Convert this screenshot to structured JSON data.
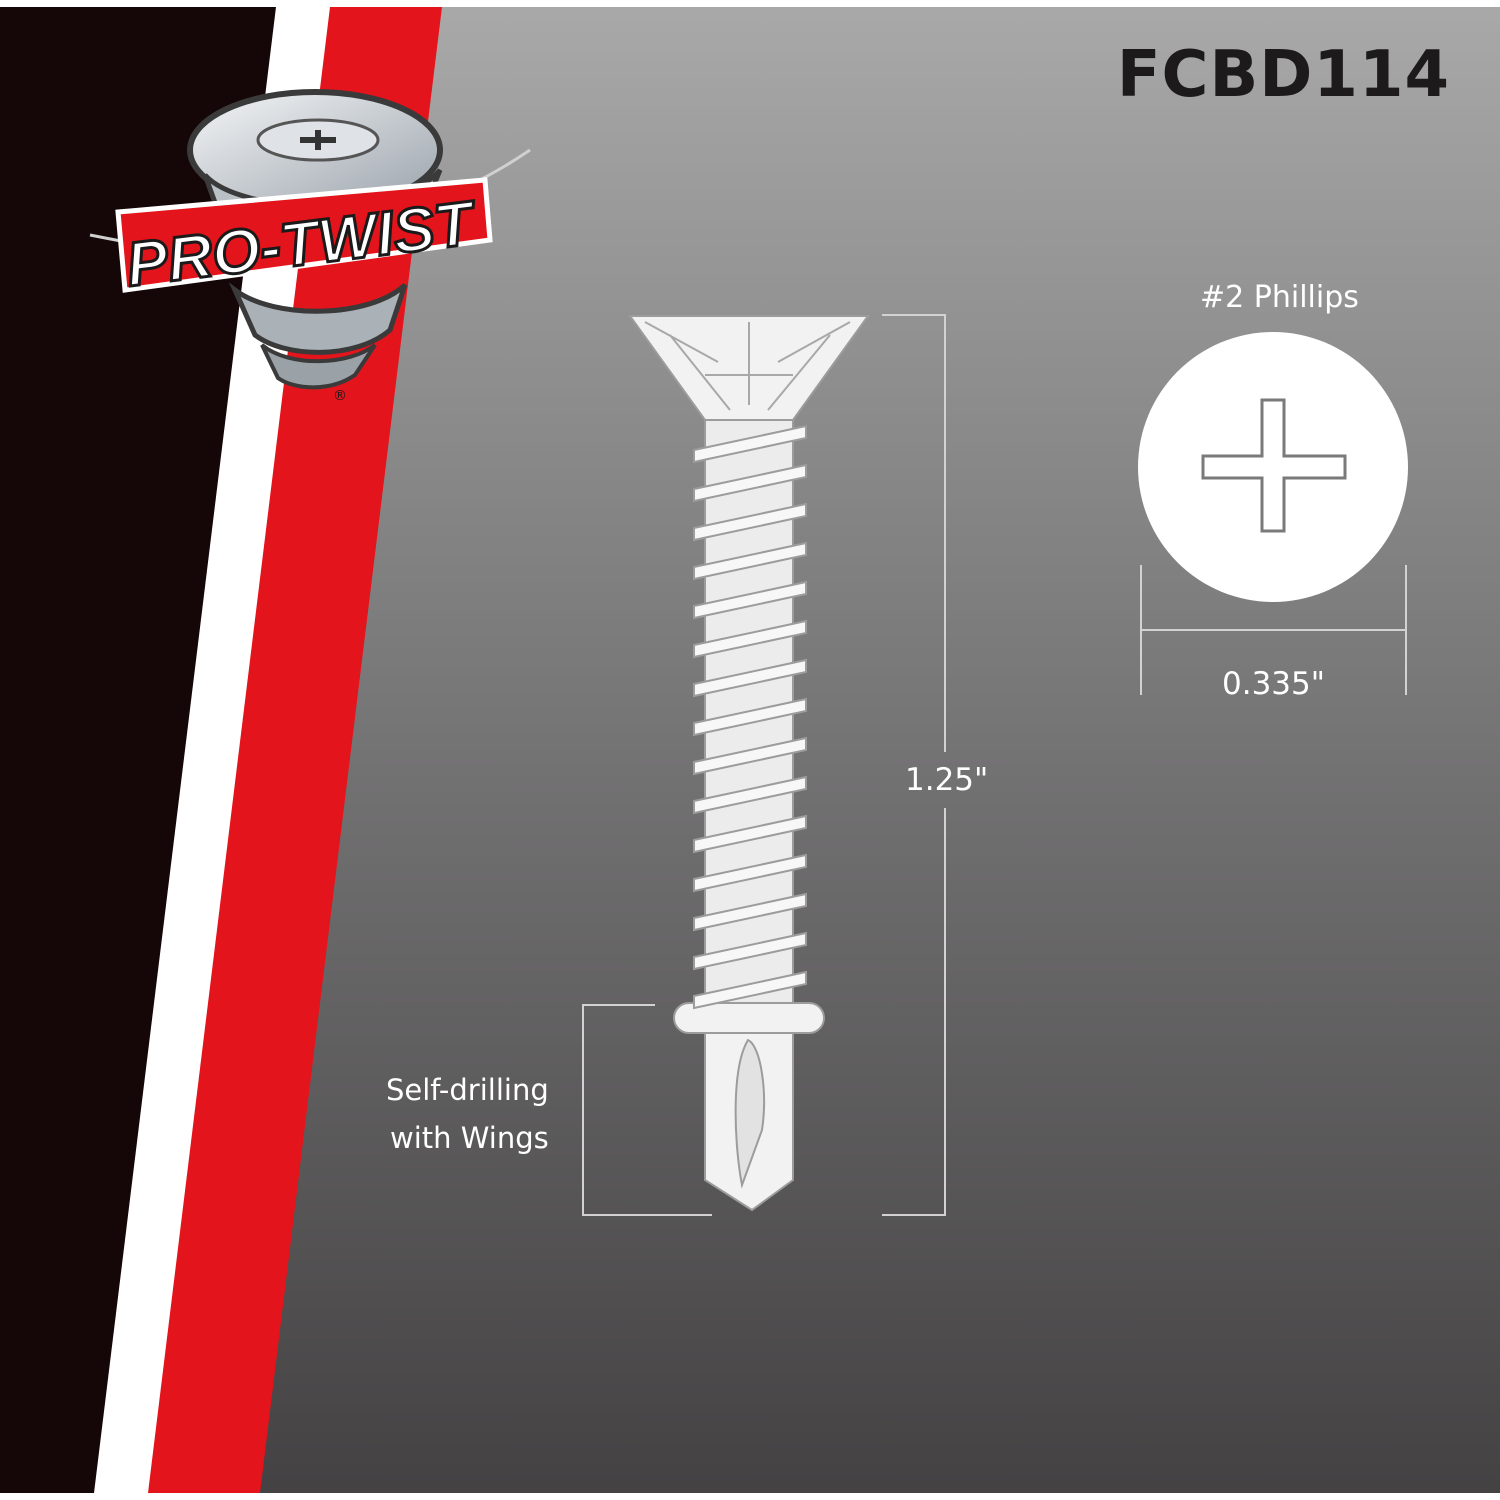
{
  "product_code": "FCBD114",
  "brand": {
    "name": "PRO-TWIST",
    "registered_mark": "®"
  },
  "drive": {
    "label": "#2 Phillips"
  },
  "dimensions": {
    "head_diameter": "0.335\"",
    "length": "1.25\""
  },
  "tip": {
    "line1": "Self-drilling",
    "line2": "with Wings"
  },
  "colors": {
    "panel_black": "#150707",
    "stripe_white": "#ffffff",
    "stripe_red": "#e3141b",
    "background_top": "#a8a8a8",
    "background_bottom": "#454344",
    "screw": "#f2f2f2",
    "dimension_line": "#cfcfcf",
    "code_text": "#1c1a1a"
  },
  "icons": [
    "tornado-screw-logo-icon",
    "phillips-head-icon",
    "screw-illustration"
  ]
}
